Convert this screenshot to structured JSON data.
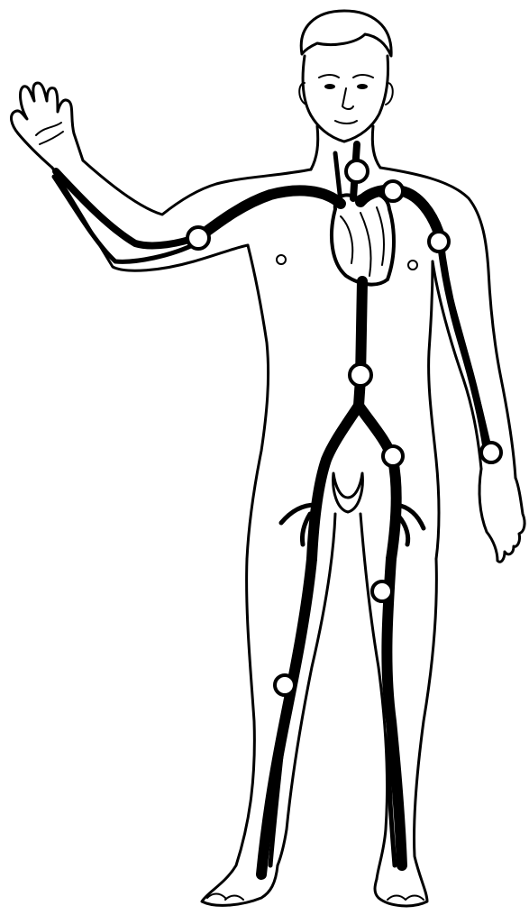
{
  "figure": {
    "background_color": "#ffffff",
    "ink_color": "#000000",
    "subject": "human-figure-circulatory-system",
    "visible_text": []
  },
  "pulse_points": [
    {
      "name": "carotid-pulse-point"
    },
    {
      "name": "subclavian-left-pulse-point"
    },
    {
      "name": "axillary-pulse-point"
    },
    {
      "name": "brachial-pulse-point"
    },
    {
      "name": "radial-pulse-point"
    },
    {
      "name": "abdominal-aorta-pulse-point"
    },
    {
      "name": "iliac-pulse-point"
    },
    {
      "name": "femoral-pulse-point"
    },
    {
      "name": "popliteal-pulse-point"
    }
  ]
}
